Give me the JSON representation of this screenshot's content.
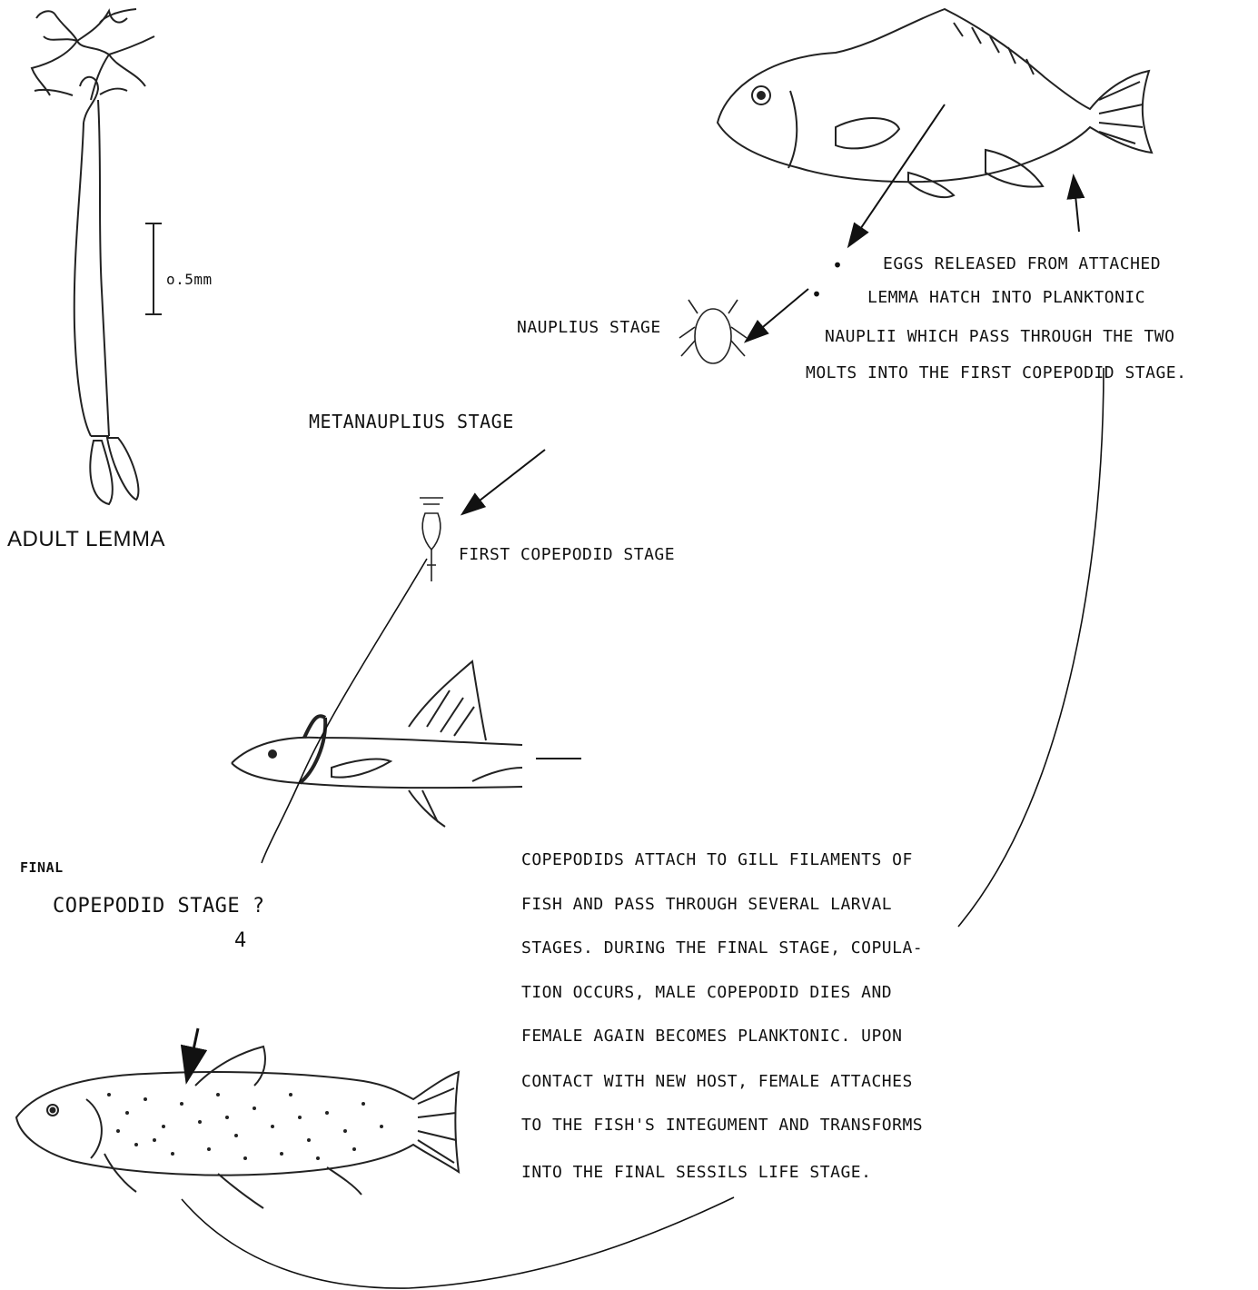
{
  "labels": {
    "scale": "o.5mm",
    "adult": "ADULT LEMMA",
    "nauplius": "NAUPLIUS STAGE",
    "metanauplius": "METANAUPLIUS STAGE",
    "first_copepodid": "FIRST COPEPODID STAGE",
    "final": "FINAL",
    "copepodid_stage": "COPEPODID STAGE ?",
    "number": "4"
  },
  "eggs_note": [
    "EGGS RELEASED FROM ATTACHED",
    "LEMMA HATCH INTO PLANKTONIC",
    "NAUPLII WHICH PASS THROUGH THE TWO",
    "MOLTS INTO THE FIRST COPEPODID STAGE."
  ],
  "copepodid_note": [
    "COPEPODIDS ATTACH TO GILL FILAMENTS OF",
    "FISH AND PASS THROUGH SEVERAL LARVAL",
    "STAGES. DURING THE FINAL STAGE, COPULA-",
    "TION OCCURS, MALE COPEPODID DIES AND",
    "FEMALE AGAIN BECOMES PLANKTONIC. UPON",
    "CONTACT WITH NEW HOST, FEMALE ATTACHES",
    "TO THE FISH'S INTEGUMENT AND TRANSFORMS",
    "INTO THE FINAL SESSILS LIFE STAGE."
  ],
  "colors": {
    "ink": "#111111",
    "paper": "#ffffff",
    "faint": "#bbbbbb"
  }
}
